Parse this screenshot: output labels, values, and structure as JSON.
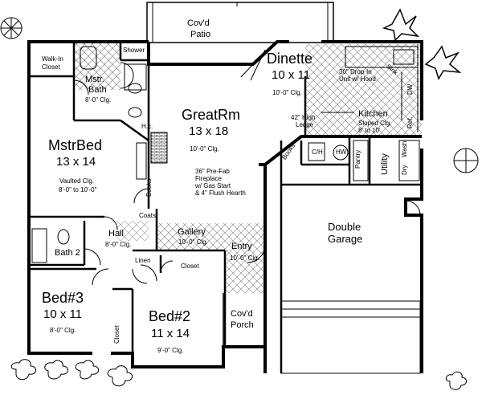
{
  "rooms": {
    "patio": {
      "name": "Cov'd",
      "name2": "Patio"
    },
    "dinette": {
      "name": "Dinette",
      "dims": "10 x 11",
      "ceiling": "10'-0\" Clg."
    },
    "drop_in": {
      "line1": "30\" Drop-In",
      "line2": "Unit w/ Hood"
    },
    "kitchen": {
      "name": "Kitchen",
      "line1": "Sloped Clg.",
      "line2": "8' to 10'"
    },
    "ledge": {
      "line1": "42\" High",
      "line2": "Ledge"
    },
    "great_room": {
      "name": "GreatRm",
      "dims": "13 x 18",
      "ceiling": "10'-0\" Clg."
    },
    "fireplace": {
      "line1": "36\" Pre-Fab",
      "line2": "Fireplace",
      "line3": "w/ Gas Start",
      "line4": "& 4\" Flush Hearth"
    },
    "walk_in_closet": {
      "line1": "Walk-In",
      "line2": "Closet"
    },
    "master_bath": {
      "name": "Mstr.",
      "name2": "Bath",
      "ceiling": "8'-0\" Clg."
    },
    "shower": {
      "name": "Shower"
    },
    "master_bed": {
      "name": "MstrBed",
      "dims": "13 x 14",
      "ceiling1": "Vaulted Clg.",
      "ceiling2": "8'-0\" to 10'-0\""
    },
    "books": {
      "name": "Books"
    },
    "books2": {
      "name": "Books"
    },
    "coats": {
      "name": "Coats"
    },
    "hall": {
      "name": "Hall",
      "ceiling": "8'-0\" Clg."
    },
    "gallery": {
      "name": "Gallery",
      "ceiling": "10'-0\" Clg."
    },
    "entry": {
      "name": "Entry",
      "ceiling": "10'-0\" Clg."
    },
    "bath2": {
      "name": "Bath 2"
    },
    "linen": {
      "name": "Linen"
    },
    "closet_bed2": {
      "name": "Closet"
    },
    "closet_bed3": {
      "name": "Closet"
    },
    "bed3": {
      "name": "Bed#3",
      "dims": "10 x 11",
      "ceiling": "8'-0\" Clg."
    },
    "bed2": {
      "name": "Bed#2",
      "dims": "11 x 14",
      "ceiling": "9'-0\" Clg."
    },
    "porch": {
      "name": "Cov'd",
      "name2": "Porch"
    },
    "garage": {
      "name": "Double",
      "name2": "Garage"
    },
    "pantry": {
      "name": "Pantry"
    },
    "utility": {
      "name": "Utility"
    },
    "ch": {
      "name": "C/H"
    },
    "hw": {
      "name": "HW"
    },
    "dry": {
      "name": "Dry"
    },
    "wash": {
      "name": "Wash"
    },
    "dw": {
      "name": "DW"
    },
    "ref": {
      "name": "Ref."
    },
    "sink": {
      "name": "Sink"
    },
    "hc": {
      "name": "H.c."
    }
  }
}
